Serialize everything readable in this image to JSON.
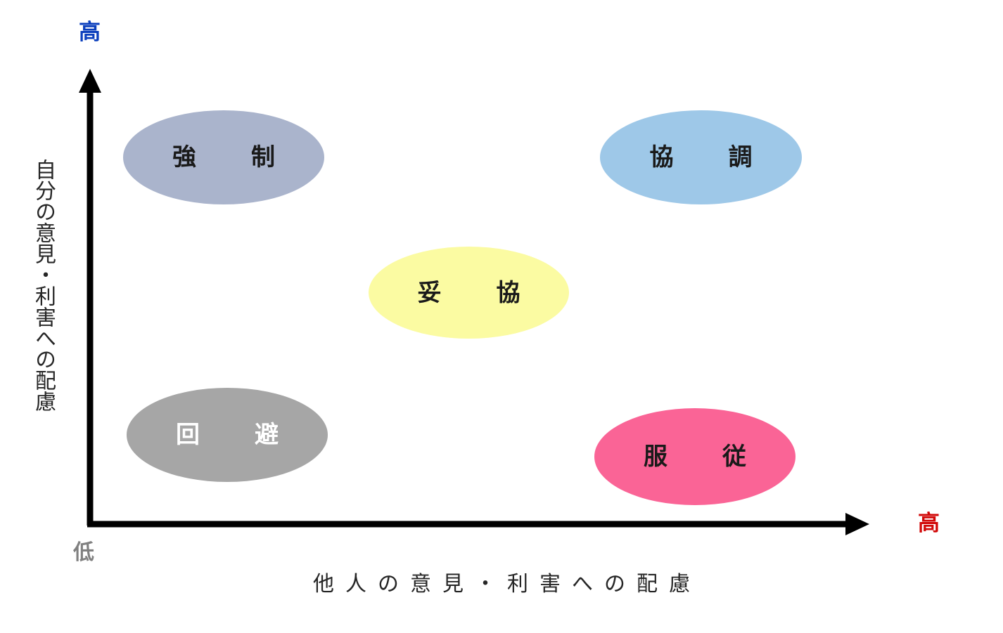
{
  "chart_data": {
    "type": "scatter",
    "title": "",
    "xlabel": "他人の意見・利害への配慮",
    "ylabel": "自分の意見・利害への配慮",
    "x_low_label": "低",
    "x_high_label": "高",
    "y_high_label": "高",
    "xlim": [
      0,
      100
    ],
    "ylim": [
      0,
      100
    ],
    "grid": false,
    "legend": "none",
    "points": [
      {
        "label": "強　制",
        "x": 15,
        "y": 85,
        "color": "#aab4cc",
        "text_color": "#1a1a1a"
      },
      {
        "label": "協　調",
        "x": 85,
        "y": 85,
        "color": "#9ec8e8",
        "text_color": "#1a1a1a"
      },
      {
        "label": "妥　協",
        "x": 50,
        "y": 52,
        "color": "#fbfba2",
        "text_color": "#1a1a1a"
      },
      {
        "label": "回　避",
        "x": 15,
        "y": 18,
        "color": "#a6a6a6",
        "text_color": "#ffffff"
      },
      {
        "label": "服　従",
        "x": 83,
        "y": 13,
        "color": "#fa6496",
        "text_color": "#1a1a1a"
      }
    ]
  },
  "axes": {
    "y_title": "自分の意見・利害への配慮",
    "x_title": "他人の意見・利害への配慮",
    "y_high_cap": "高",
    "x_high_cap": "高",
    "origin_low_cap": "低",
    "y_high_color": "#0b3fbd",
    "x_high_color": "#d10808",
    "origin_color": "#808080",
    "axis_color": "#000000"
  },
  "bubbles": {
    "forcing": {
      "label": "強　制"
    },
    "collaborating": {
      "label": "協　調"
    },
    "compromising": {
      "label": "妥　協"
    },
    "avoiding": {
      "label": "回　避"
    },
    "accommodating": {
      "label": "服　従"
    }
  }
}
